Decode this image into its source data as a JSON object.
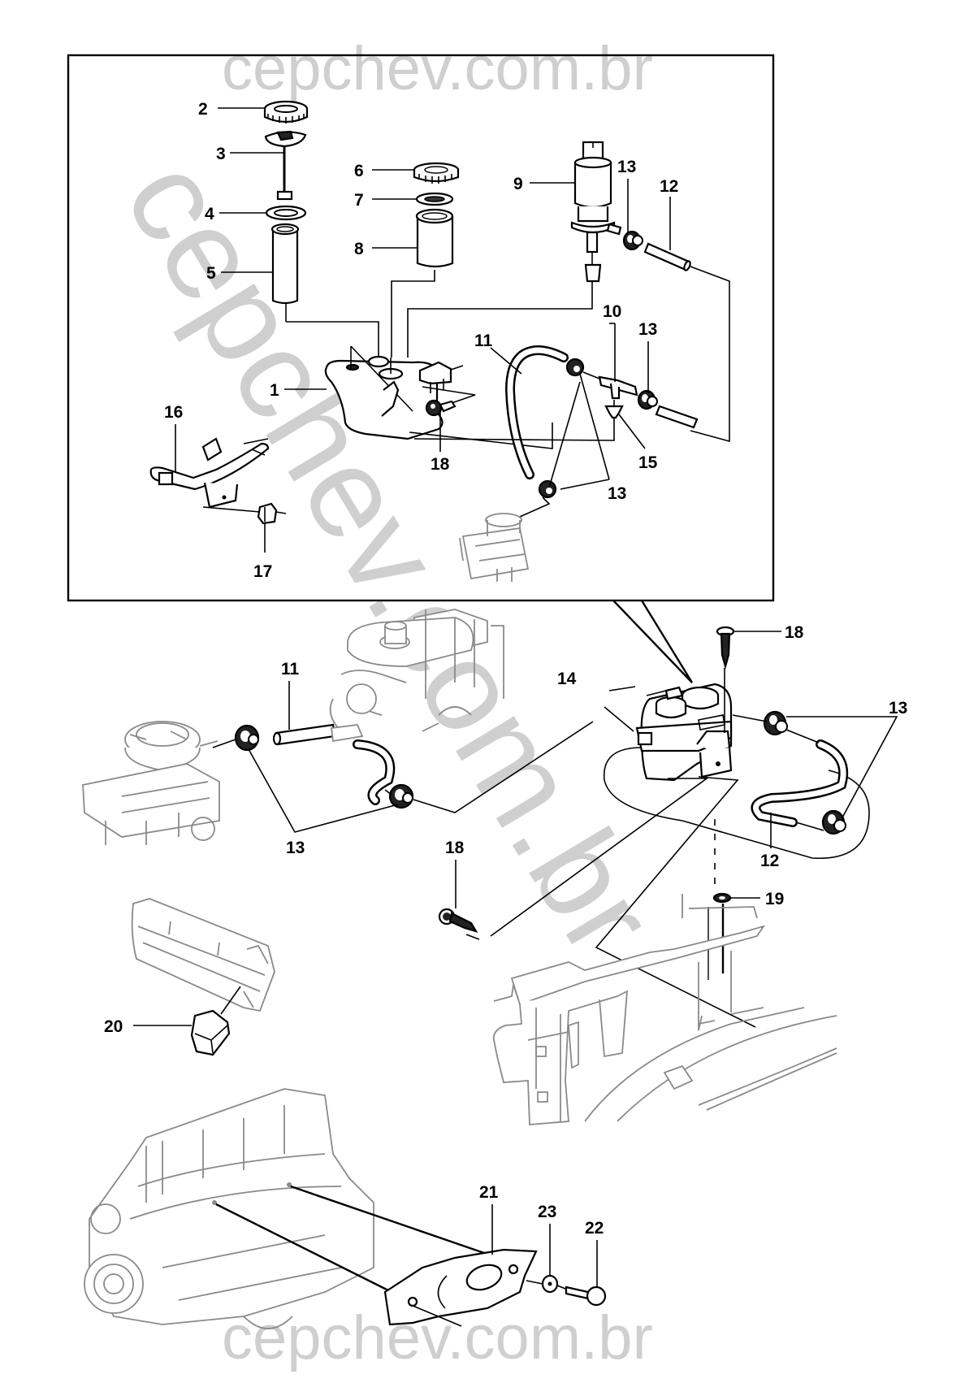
{
  "watermark": {
    "top": "cepchev.com.br",
    "diagonal": "cepchev.com.br",
    "bottom": "cepchev.com.br",
    "color": "#cfcfcf"
  },
  "callouts": {
    "reservoir": "1",
    "cap": "2",
    "level_sensor": "3",
    "seal_upper": "4",
    "filler_tube": "5",
    "cap_small": "6",
    "seal_small": "7",
    "filter_sleeve": "8",
    "pump": "9",
    "tee_connector": "10",
    "hose_a": "11",
    "hose_b": "12",
    "clamp": "13",
    "expansion_tank": "14",
    "check_valve": "15",
    "bracket": "16",
    "nut": "17",
    "screw": "18",
    "washer_nut": "19",
    "relay": "20",
    "heat_shield": "21",
    "bolt": "22",
    "washer": "23"
  },
  "colors": {
    "line": "#000000",
    "background_assembly": "#8a8a8a"
  }
}
